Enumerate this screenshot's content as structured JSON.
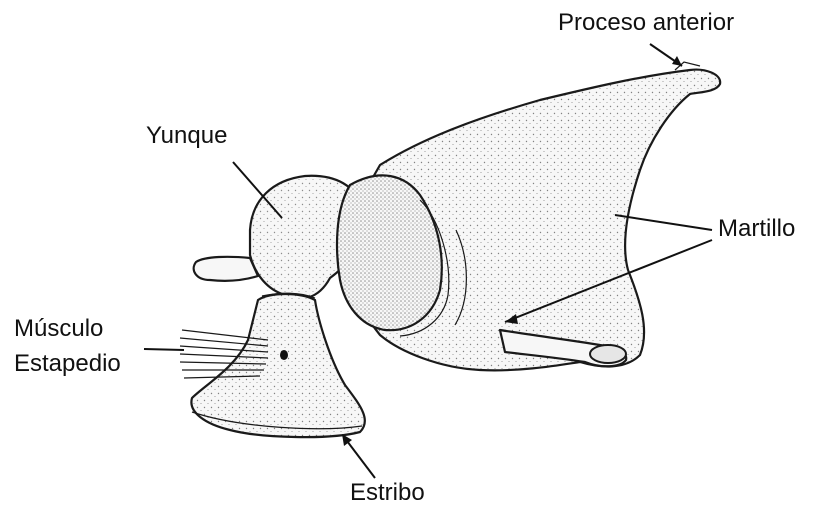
{
  "labels": {
    "proceso_anterior": "Proceso anterior",
    "yunque": "Yunque",
    "martillo": "Martillo",
    "musculo_line1": "Músculo",
    "musculo_line2": "Estapedio",
    "estribo": "Estribo"
  },
  "colors": {
    "ink": "#111111",
    "bone_fill": "#f7f7f7",
    "background": "#ffffff"
  }
}
